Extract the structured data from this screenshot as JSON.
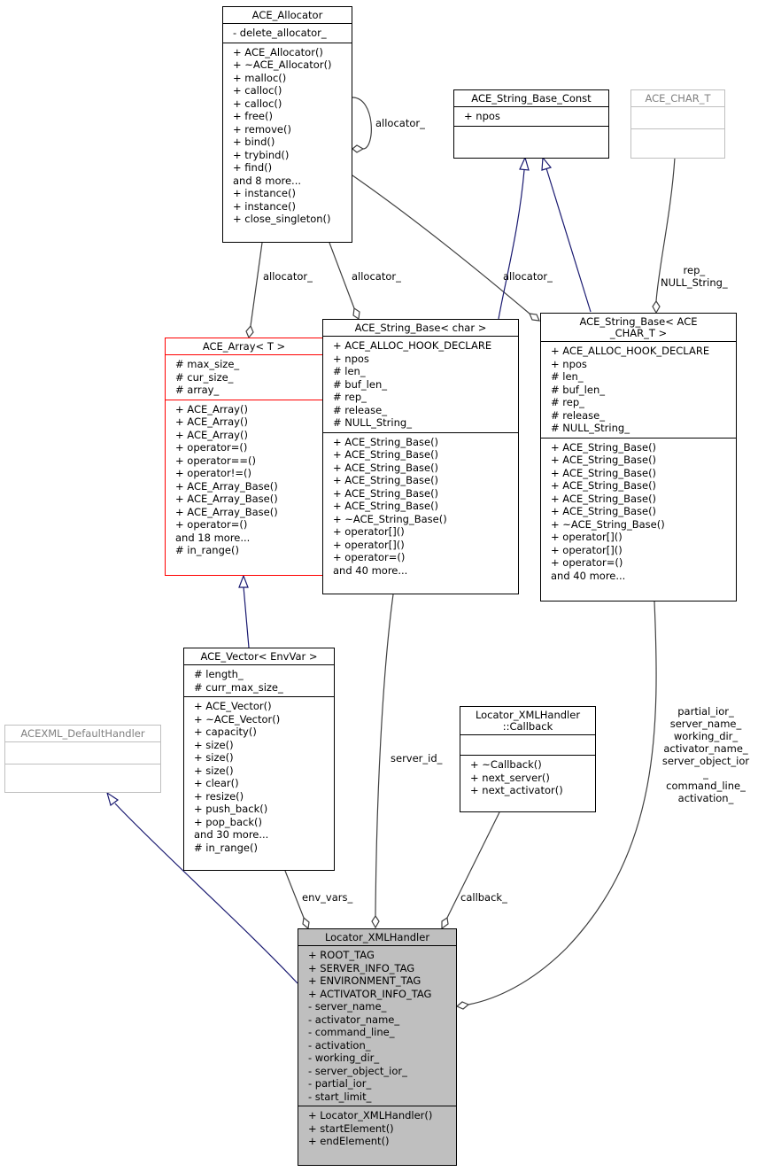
{
  "nodes": {
    "allocator": {
      "title": "ACE_Allocator",
      "attributes": [
        "- delete_allocator_"
      ],
      "methods": [
        "+ ACE_Allocator()",
        "+ ~ACE_Allocator()",
        "+ malloc()",
        "+ calloc()",
        "+ calloc()",
        "+ free()",
        "+ remove()",
        "+ bind()",
        "+ trybind()",
        "+ find()",
        "and 8 more...",
        "+ instance()",
        "+ instance()",
        "+ close_singleton()"
      ]
    },
    "string_base_const": {
      "title": "ACE_String_Base_Const",
      "attributes": [
        "+ npos"
      ],
      "methods": []
    },
    "ace_char_t": {
      "title": "ACE_CHAR_T",
      "attributes": [],
      "methods": []
    },
    "ace_array": {
      "title": "ACE_Array< T >",
      "attributes": [
        "# max_size_",
        "# cur_size_",
        "# array_"
      ],
      "methods": [
        "+ ACE_Array()",
        "+ ACE_Array()",
        "+ ACE_Array()",
        "+ operator=()",
        "+ operator==()",
        "+ operator!=()",
        "+ ACE_Array_Base()",
        "+ ACE_Array_Base()",
        "+ ACE_Array_Base()",
        "+ operator=()",
        "and 18 more...",
        "# in_range()"
      ]
    },
    "string_base_char": {
      "title": "ACE_String_Base< char >",
      "attributes": [
        "+ ACE_ALLOC_HOOK_DECLARE",
        "+ npos",
        "# len_",
        "# buf_len_",
        "# rep_",
        "# release_",
        "# NULL_String_"
      ],
      "methods": [
        "+ ACE_String_Base()",
        "+ ACE_String_Base()",
        "+ ACE_String_Base()",
        "+ ACE_String_Base()",
        "+ ACE_String_Base()",
        "+ ACE_String_Base()",
        "+ ~ACE_String_Base()",
        "+ operator[]()",
        "+ operator[]()",
        "+ operator=()",
        "and 40 more..."
      ]
    },
    "string_base_ace_char": {
      "title": "ACE_String_Base< ACE\n_CHAR_T >",
      "attributes": [
        "+ ACE_ALLOC_HOOK_DECLARE",
        "+ npos",
        "# len_",
        "# buf_len_",
        "# rep_",
        "# release_",
        "# NULL_String_"
      ],
      "methods": [
        "+ ACE_String_Base()",
        "+ ACE_String_Base()",
        "+ ACE_String_Base()",
        "+ ACE_String_Base()",
        "+ ACE_String_Base()",
        "+ ACE_String_Base()",
        "+ ~ACE_String_Base()",
        "+ operator[]()",
        "+ operator[]()",
        "+ operator=()",
        "and 40 more..."
      ]
    },
    "acexml_default_handler": {
      "title": "ACEXML_DefaultHandler",
      "attributes": [],
      "methods": []
    },
    "ace_vector": {
      "title": "ACE_Vector< EnvVar >",
      "attributes": [
        "# length_",
        "# curr_max_size_"
      ],
      "methods": [
        "+ ACE_Vector()",
        "+ ~ACE_Vector()",
        "+ capacity()",
        "+ size()",
        "+ size()",
        "+ size()",
        "+ clear()",
        "+ resize()",
        "+ push_back()",
        "+ pop_back()",
        "and 30 more...",
        "# in_range()"
      ]
    },
    "callback": {
      "title": "Locator_XMLHandler\n::Callback",
      "attributes": [],
      "methods": [
        "+ ~Callback()",
        "+ next_server()",
        "+ next_activator()"
      ]
    },
    "locator_xml_handler": {
      "title": "Locator_XMLHandler",
      "attributes": [
        "+ ROOT_TAG",
        "+ SERVER_INFO_TAG",
        "+ ENVIRONMENT_TAG",
        "+ ACTIVATOR_INFO_TAG",
        "- server_name_",
        "- activator_name_",
        "- command_line_",
        "- activation_",
        "- working_dir_",
        "- server_object_ior_",
        "- partial_ior_",
        "- start_limit_"
      ],
      "methods": [
        "+ Locator_XMLHandler()",
        "+ startElement()",
        "+ endElement()"
      ]
    }
  },
  "edge_labels": {
    "allocator_self": "allocator_",
    "allocator_to_array": "allocator_",
    "allocator_to_string_char": "allocator_",
    "allocator_to_string_ace_char": "allocator_",
    "char_t_to_string_ace_char": "rep_\nNULL_String_",
    "string_char_to_handler": "server_id_",
    "vector_to_handler": "env_vars_",
    "callback_to_handler": "callback_",
    "string_ace_char_to_handler": "partial_ior_\nserver_name_\nworking_dir_\nactivator_name_\nserver_object_ior\n_\ncommand_line_\nactivation_"
  },
  "colors": {
    "inheritance": "#191970",
    "usage": "#404040",
    "template_border": "#ff0000",
    "external_border": "#bfbfbf",
    "focus_fill": "#bfbfbf"
  }
}
